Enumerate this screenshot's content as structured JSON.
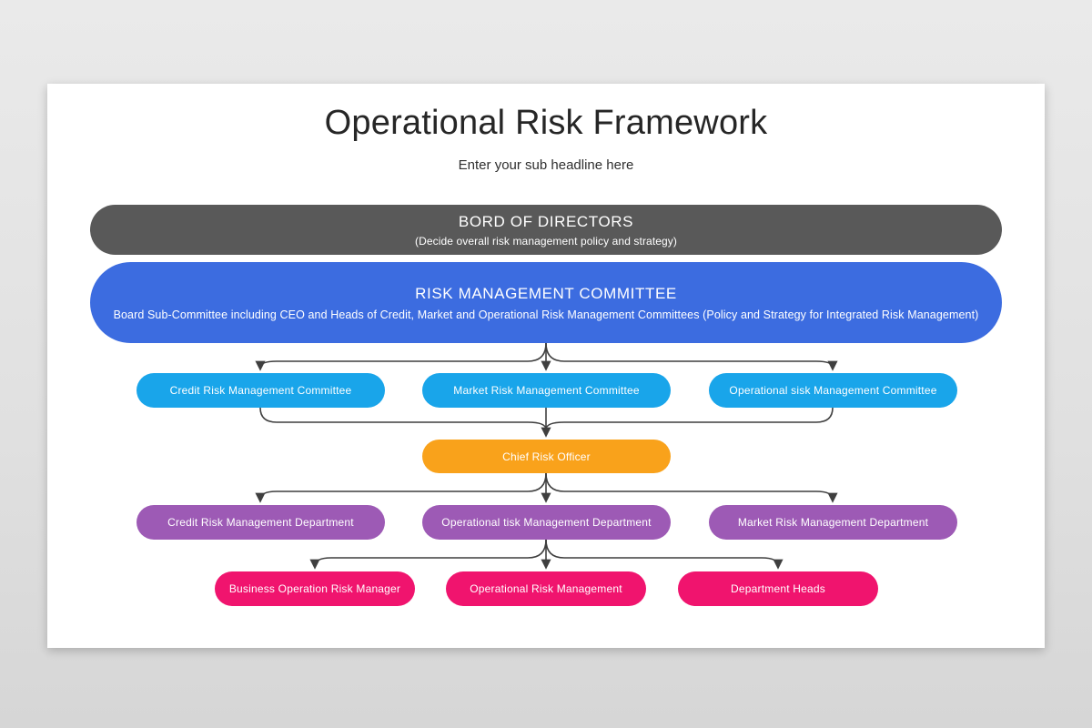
{
  "page": {
    "title": "Operational Risk Framework",
    "subtitle": "Enter your sub headline here"
  },
  "board": {
    "title": "BORD OF DIRECTORS",
    "subtitle": "(Decide overall risk management policy and strategy)",
    "color": "#595959"
  },
  "committee": {
    "title": "RISK MANAGEMENT COMMITTEE",
    "subtitle": "Board Sub-Committee including CEO and Heads of Credit, Market and Operational Risk Management Committees (Policy and Strategy for Integrated Risk Management)",
    "color": "#3c6ce0"
  },
  "committees_row": {
    "color": "#19a5ea",
    "items": [
      "Credit Risk Management Committee",
      "Market Risk Management Committee",
      "Operational sisk Management Committee"
    ]
  },
  "cro": {
    "label": "Chief Risk Officer",
    "color": "#f9a21b"
  },
  "departments_row": {
    "color": "#9d5ab5",
    "items": [
      "Credit Risk Management Department",
      "Operational tisk Management Department",
      "Market Risk Management Department"
    ]
  },
  "managers_row": {
    "color": "#f0146e",
    "items": [
      "Business Operation Risk Manager",
      "Operational Risk Management",
      "Department Heads"
    ]
  },
  "connector_color": "#3f3f3f"
}
